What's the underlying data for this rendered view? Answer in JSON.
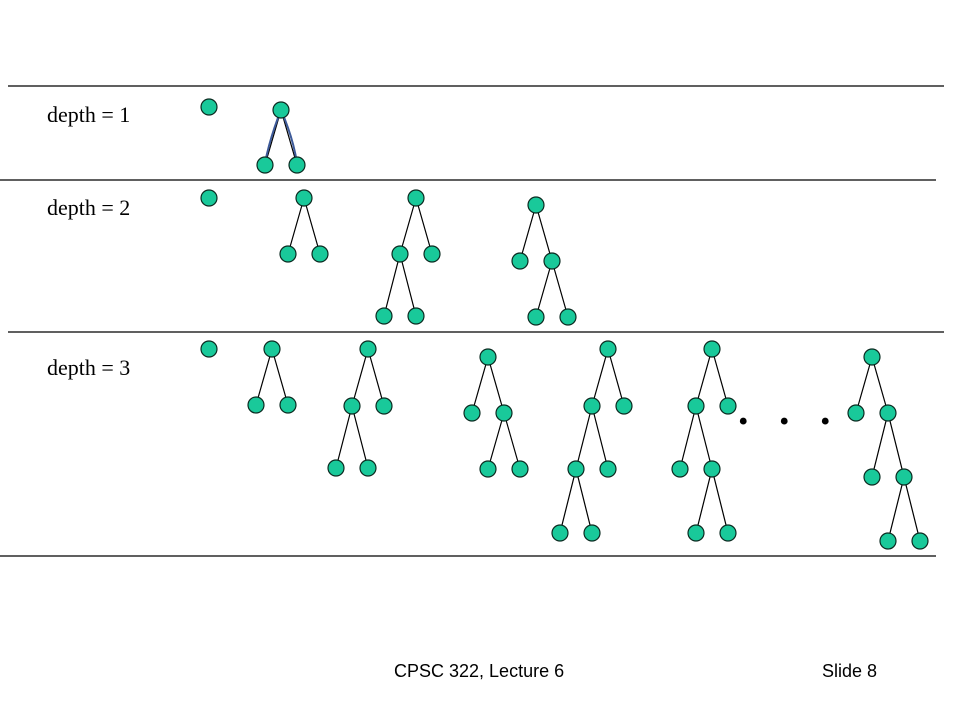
{
  "slide": {
    "rows": [
      {
        "label": "depth = 1"
      },
      {
        "label": "depth = 2"
      },
      {
        "label": "depth = 3"
      }
    ],
    "ellipsis": ". . .",
    "footer": {
      "course": "CPSC 322, Lecture 6",
      "slide_number": "Slide 8"
    },
    "colors": {
      "node_fill": "#19c99a",
      "node_stroke": "#0b2a20",
      "edge": "#000000",
      "highlight_edge": "#3d5a99",
      "rule": "#000000"
    }
  }
}
